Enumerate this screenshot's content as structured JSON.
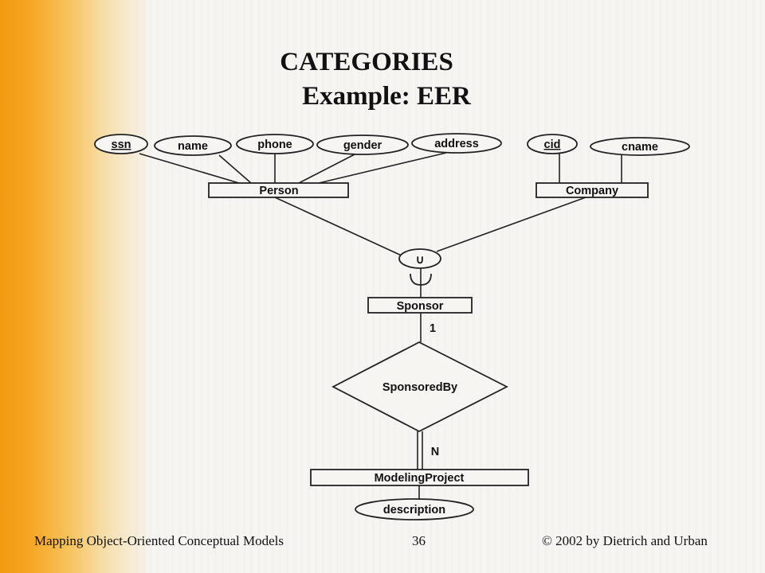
{
  "slide": {
    "title_line1": "CATEGORIES",
    "title_line2": "Example: EER"
  },
  "diagram": {
    "entities": {
      "person": "Person",
      "company": "Company",
      "sponsor": "Sponsor",
      "modeling_project": "ModelingProject"
    },
    "attributes": {
      "ssn": "ssn",
      "name": "name",
      "phone": "phone",
      "gender": "gender",
      "address": "address",
      "cid": "cid",
      "cname": "cname",
      "description": "description"
    },
    "union_symbol": "∪",
    "relationship": "SponsoredBy",
    "cardinality_sponsor": "1",
    "cardinality_project": "N"
  },
  "footer": {
    "left": "Mapping Object-Oriented Conceptual Models",
    "page": "36",
    "right": "© 2002 by Dietrich and Urban"
  }
}
